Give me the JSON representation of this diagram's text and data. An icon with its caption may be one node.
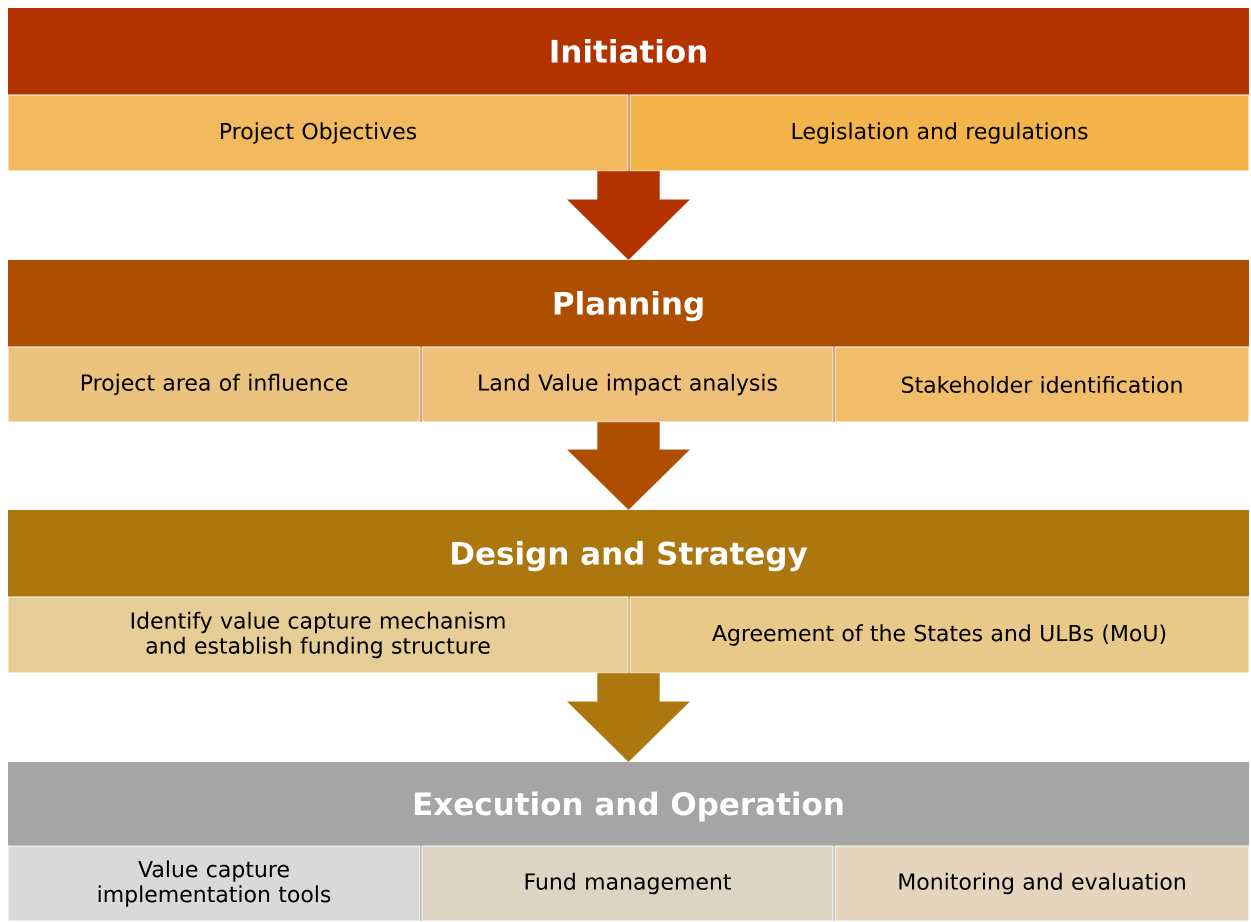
{
  "diagram": {
    "nodes": [
      {
        "text": [
          "Initiation"
        ]
      },
      {
        "text": [
          "Project Objectives"
        ],
        "in": 0
      },
      {
        "text": [
          "Legislation and regulations"
        ],
        "in": 0
      },
      {
        "text": [
          "Planning"
        ]
      },
      {
        "text": [
          "Project area of influence"
        ],
        "in": 3
      },
      {
        "text": [
          "Land Value impact analysis"
        ],
        "in": 3
      },
      {
        "text": [
          "Stakeholder identification"
        ],
        "in": 3
      },
      {
        "text": [
          "Design and Strategy"
        ]
      },
      {
        "text": [
          "Identify value capture mechanism and establish funding structure"
        ],
        "in": 7
      },
      {
        "text": [
          "Agreement of the States and ULBs (MoU)"
        ],
        "in": 7
      },
      {
        "text": [
          "Execution and Operation"
        ]
      },
      {
        "text": [
          "Value capture implementation tools"
        ],
        "in": 10
      },
      {
        "text": [
          "Fund management"
        ],
        "in": 10
      },
      {
        "text": [
          "Monitoring and evaluation"
        ],
        "in": 10
      }
    ],
    "edges": [
      {
        "from": 0,
        "to": 3,
        "arrow": "to",
        "color": "#b33300"
      },
      {
        "from": 3,
        "to": 7,
        "arrow": "to",
        "color": "#ae4e00"
      },
      {
        "from": 7,
        "to": 10,
        "arrow": "to",
        "color": "#ac770e"
      }
    ]
  }
}
